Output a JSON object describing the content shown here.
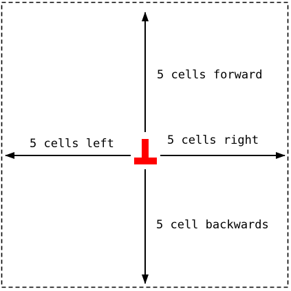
{
  "diagram": {
    "labels": {
      "forward": "5 cells forward",
      "right": "5 cells right",
      "left": "5 cells left",
      "backward": "5 cell backwards"
    },
    "colors": {
      "marker": "#ff0000",
      "arrow": "#000000",
      "border": "#000000"
    },
    "icons": {
      "marker": "t-shaped-marker-icon",
      "arrowhead": "arrowhead-icon"
    }
  }
}
